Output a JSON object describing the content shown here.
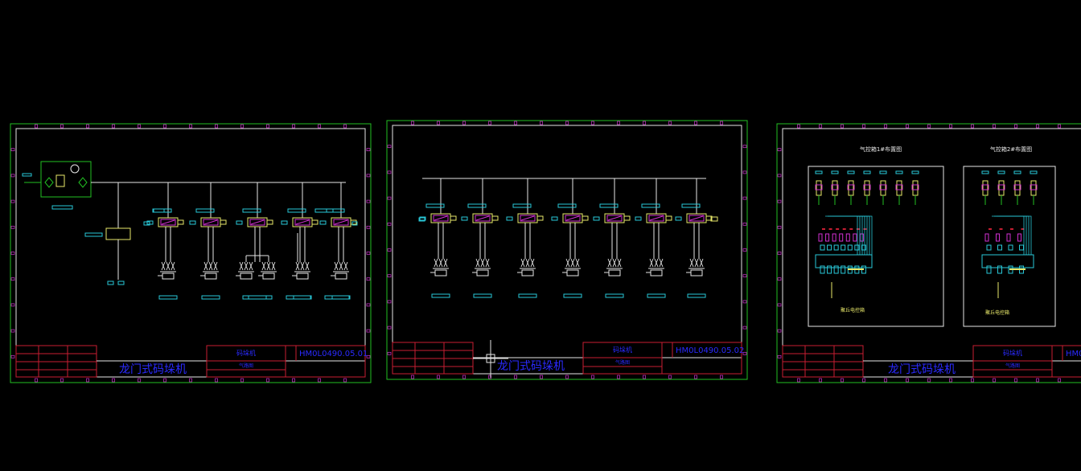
{
  "drawings": [
    {
      "id": "sheet-1",
      "machine_name": "龙门式码垛机",
      "drawing_no": "HM0L0490.05.01",
      "small_title": "码垛机",
      "sub_title": "气路图",
      "branches": 5
    },
    {
      "id": "sheet-2",
      "machine_name": "龙门式码垛机",
      "drawing_no": "HM0L0490.05.02",
      "small_title": "码垛机",
      "sub_title": "气路图",
      "branches": 7
    },
    {
      "id": "sheet-3",
      "machine_name": "龙门式码垛机",
      "drawing_no": "HM0",
      "small_title": "码垛机",
      "sub_title": "气路图",
      "box1_title": "气控箱1#布置图",
      "box2_title": "气控箱2#布置图",
      "box1_label": "聚丘电控箱",
      "box2_label": "聚丘电控箱",
      "box1_valves": 7,
      "box2_valves": 4
    }
  ],
  "colors": {
    "background": "#000000",
    "border_green": "#22c022",
    "frame_white": "#e6e6e6",
    "title_red": "#c81e32",
    "text_blue": "#2a2aff",
    "label_cyan": "#29c8d8",
    "valve_magenta": "#d030d0",
    "valve_yellow": "#e8e86a",
    "frl_green": "#22c022"
  }
}
